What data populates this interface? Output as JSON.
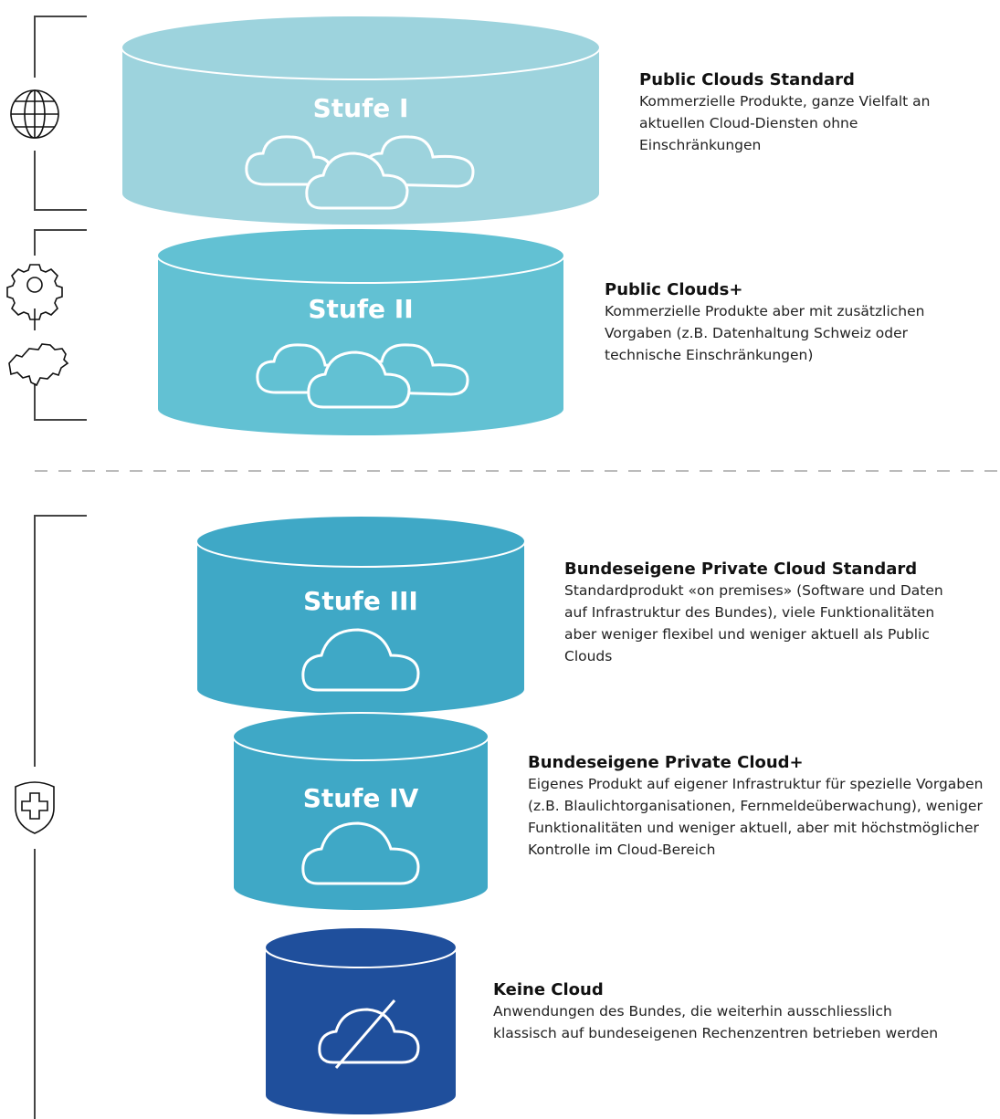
{
  "tiers": [
    {
      "label": "Stufe I",
      "title": "Public Clouds Standard",
      "description": "Kommerzielle Produkte, ganze Vielfalt an aktuellen Cloud-Diensten ohne Einschränkungen",
      "color": "#9dd3dd",
      "cloud_icon": "triple-cloud-icon"
    },
    {
      "label": "Stufe II",
      "title": "Public Clouds+",
      "description": "Kommerzielle Produkte aber mit zusätzlichen Vorgaben (z.B. Datenhaltung Schweiz oder technische Einschränkungen)",
      "color": "#62c1d3",
      "cloud_icon": "triple-cloud-icon"
    },
    {
      "label": "Stufe III",
      "title": "Bundeseigene Private Cloud Standard",
      "description": "Standardprodukt «on premises» (Software und Daten auf Infrastruktur des Bundes), viele Funktionalitäten aber weniger flexibel und weniger aktuell als Public Clouds",
      "color": "#3fa8c6",
      "cloud_icon": "cloud-icon"
    },
    {
      "label": "Stufe IV",
      "title": "Bundeseigene Private Cloud+",
      "description": "Eigenes Produkt auf eigener Infrastruktur für spezielle Vorgaben (z.B. Blaulichtorganisationen, Fernmeldeüberwachung), weniger Funktionalitäten und weniger aktuell, aber mit höchstmöglicher Kontrolle im Cloud-Bereich",
      "color": "#3fa8c6",
      "cloud_icon": "cloud-icon"
    },
    {
      "label": "",
      "title": "Keine Cloud",
      "description": "Anwendungen des Bundes, die weiterhin ausschliesslich klassisch auf bundeseigenen Rechenzentren betrieben werden",
      "color": "#1f4f9c",
      "cloud_icon": "no-cloud-icon"
    }
  ],
  "side_icons": [
    "globe-icon",
    "gear-icon",
    "switzerland-map-icon",
    "swiss-shield-icon"
  ],
  "colors": {
    "bracket": "#444444",
    "divider": "#bbbbbb",
    "cylinder_outline": "#ffffff"
  }
}
